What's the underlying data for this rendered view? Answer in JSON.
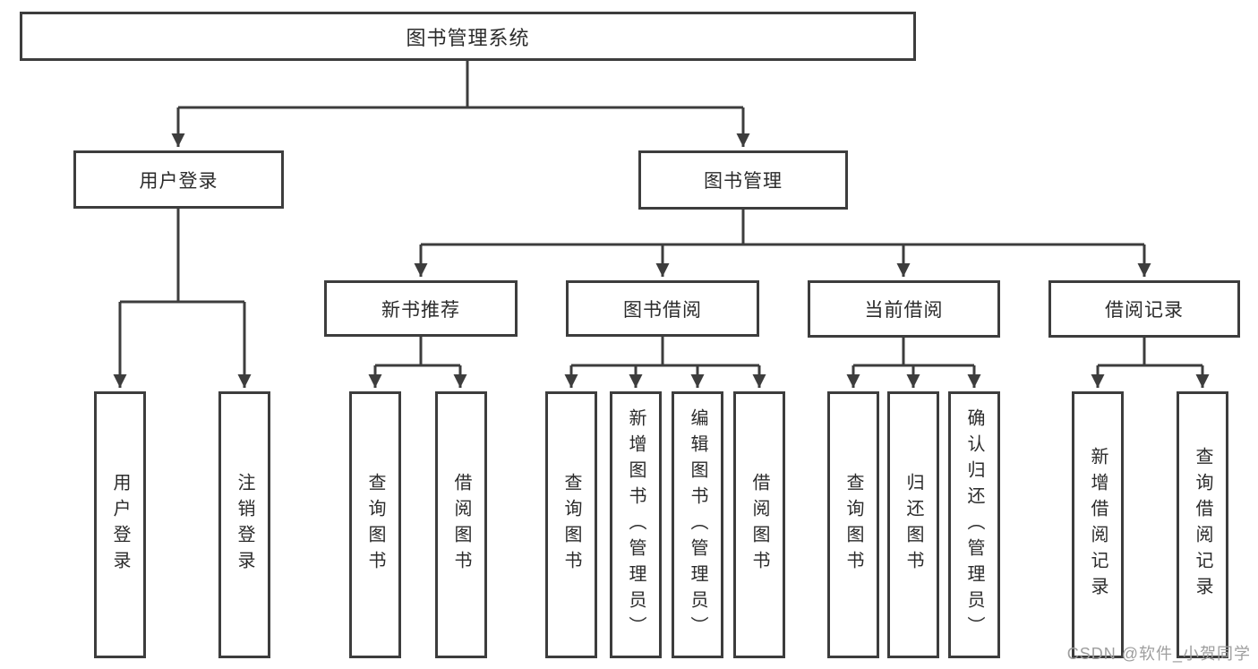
{
  "diagram_type": "hierarchy-tree",
  "tree": {
    "label": "图书管理系统",
    "children": [
      {
        "label": "用户登录",
        "children": [
          {
            "label": "用户登录"
          },
          {
            "label": "注销登录"
          }
        ]
      },
      {
        "label": "图书管理",
        "children": [
          {
            "label": "新书推荐",
            "children": [
              {
                "label": "查询图书"
              },
              {
                "label": "借阅图书"
              }
            ]
          },
          {
            "label": "图书借阅",
            "children": [
              {
                "label": "查询图书"
              },
              {
                "label": "新增图书（管理员）"
              },
              {
                "label": "编辑图书（管理员）"
              },
              {
                "label": "借阅图书"
              }
            ]
          },
          {
            "label": "当前借阅",
            "children": [
              {
                "label": "查询图书"
              },
              {
                "label": "归还图书"
              },
              {
                "label": "确认归还（管理员）"
              }
            ]
          },
          {
            "label": "借阅记录",
            "children": [
              {
                "label": "新增借阅记录"
              },
              {
                "label": "查询借阅记录"
              }
            ]
          }
        ]
      }
    ]
  },
  "watermark": {
    "text": "CSDN @软件_小贺同学"
  },
  "colors": {
    "line": "#3d3d3d",
    "text": "#2b2b2b",
    "background": "#ffffff",
    "watermark": "#9e9e9e"
  }
}
